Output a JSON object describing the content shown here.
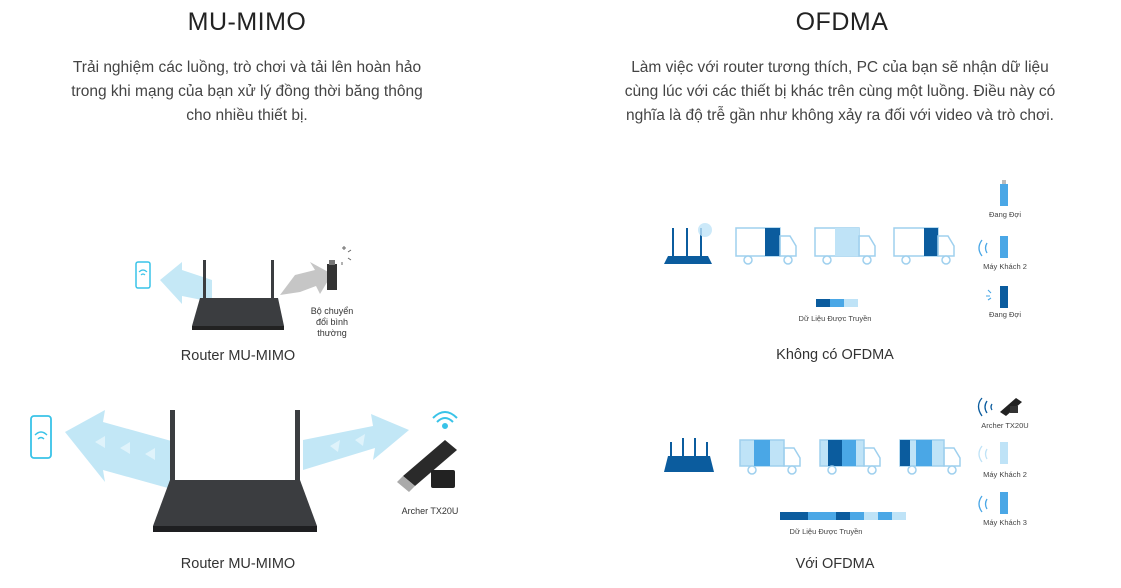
{
  "left": {
    "title": "MU-MIMO",
    "description": [
      "Trải nghiệm các luồng, trò chơi và tải lên hoàn hảo",
      "trong khi mạng của bạn xử lý đồng thời băng thông",
      "cho nhiều thiết bị."
    ],
    "top_diagram": {
      "adapter_label": [
        "Bộ chuyển",
        "đổi bình",
        "thường"
      ],
      "caption": "Router MU-MIMO"
    },
    "bottom_diagram": {
      "adapter_label": "Archer TX20U",
      "caption": "Router MU-MIMO"
    }
  },
  "right": {
    "title": "OFDMA",
    "description": [
      "Làm việc với router tương thích, PC của bạn sẽ nhận dữ liệu",
      "cùng lúc với các thiết bị khác trên cùng một luồng. Điều này có",
      "nghĩa là độ trễ gần như không xảy ra đối với video và trò chơi."
    ],
    "top_diagram": {
      "clients": [
        "Đang Đợi",
        "Máy Khách 2",
        "Đang Đợi"
      ],
      "data_label": "Dữ Liệu Được Truyền",
      "caption": "Không có OFDMA"
    },
    "bottom_diagram": {
      "clients": [
        "Archer TX20U",
        "Máy Khách 2",
        "Máy Khách 3"
      ],
      "data_label": "Dữ Liệu Được Truyền",
      "caption": "Với OFDMA"
    }
  },
  "colors": {
    "dark_blue": "#0b5c9e",
    "mid_blue": "#4aa7e6",
    "light_blue": "#bfe3f7",
    "router_gray": "#3b3d40",
    "cyan": "#39c3e8"
  }
}
